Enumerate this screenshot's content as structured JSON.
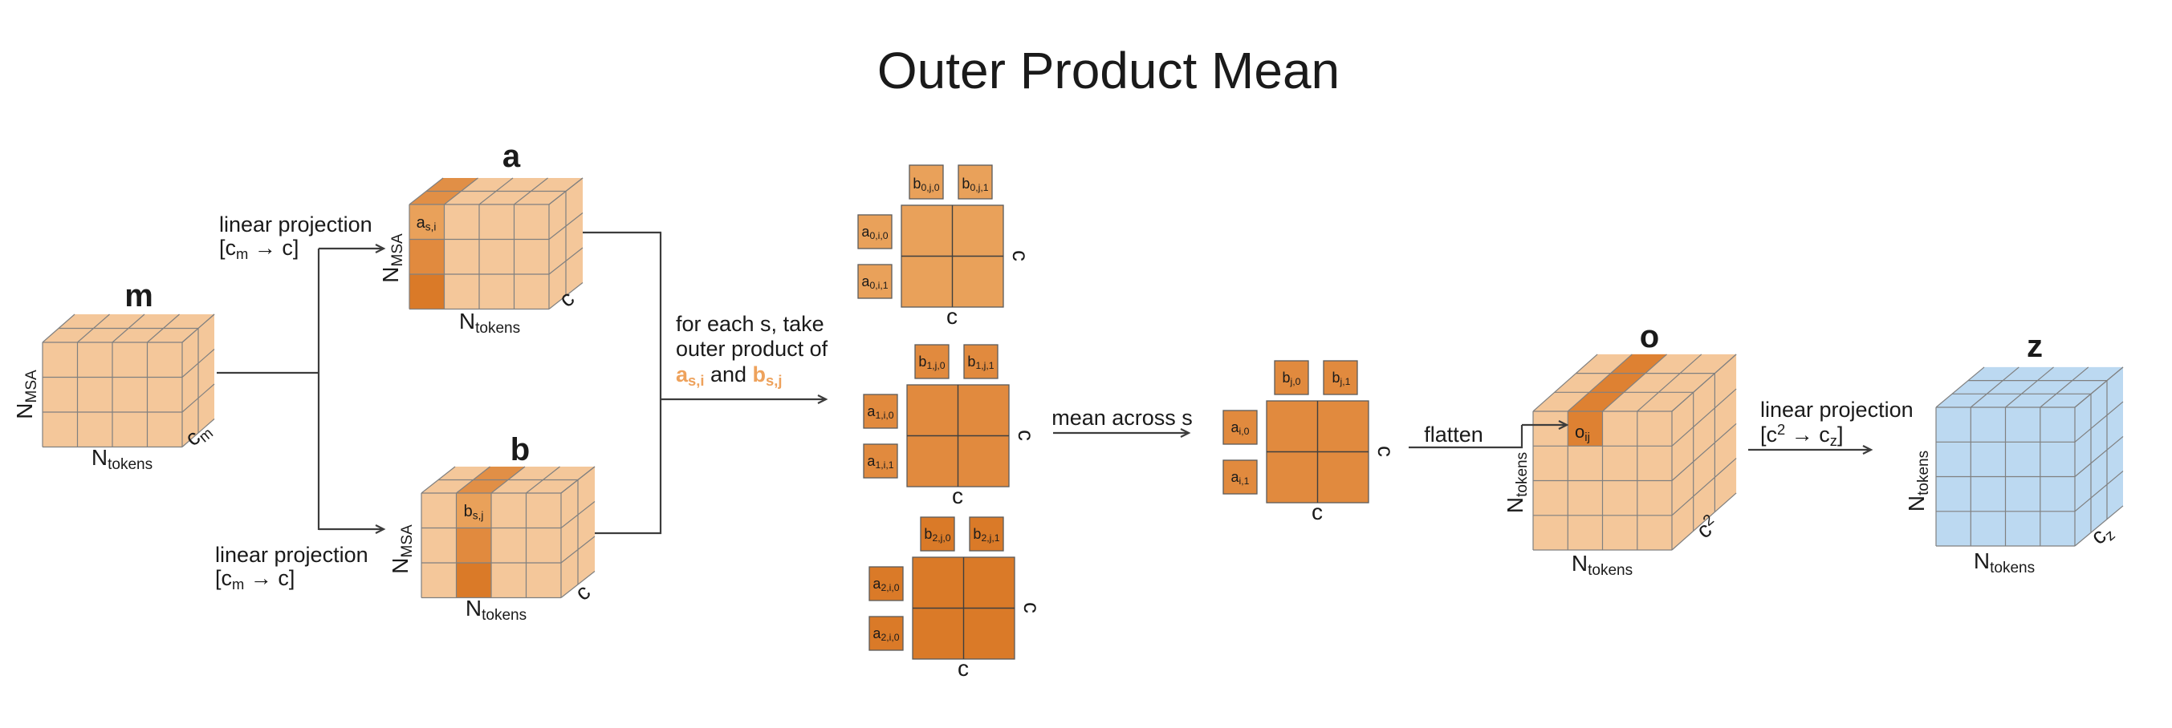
{
  "title": "Outer Product Mean",
  "colors": {
    "cube_face": "#F4C79A",
    "s0": "#E9A15A",
    "s1": "#E18A3E",
    "s2": "#DA7A28",
    "strip": "#E18F46",
    "highlight": "#DE8132",
    "blue_face": "#BCD9F1",
    "label_orange": "#EEA25C",
    "label_blue": "#79ABDC",
    "edge": "#808080",
    "line": "#3C3C3C",
    "sq_border": "#5A5A5A",
    "grid_inner": "#3F3F3F",
    "text": "#1A1A1A"
  },
  "labels": {
    "n_msa": [
      {
        "t": "N"
      },
      {
        "t": "MSA",
        "sub": true
      }
    ],
    "n_tokens": [
      {
        "t": "N"
      },
      {
        "t": "tokens",
        "sub": true
      }
    ],
    "c_m": [
      {
        "t": "c"
      },
      {
        "t": "m",
        "sub": true
      }
    ],
    "c_text": "c",
    "c_sq": [
      {
        "t": "c"
      },
      {
        "t": "2",
        "sup": true
      }
    ],
    "c_z": [
      {
        "t": "c"
      },
      {
        "t": "z",
        "sub": true
      }
    ]
  },
  "cubes": {
    "m": {
      "name": "m"
    },
    "a": {
      "name": "a",
      "cell": [
        {
          "t": "a"
        },
        {
          "t": "s,i",
          "sub": true
        }
      ]
    },
    "b": {
      "name": "b",
      "cell": [
        {
          "t": "b"
        },
        {
          "t": "s,j",
          "sub": true
        }
      ]
    },
    "o": {
      "name": "o",
      "cell": [
        {
          "t": "o"
        },
        {
          "t": "ij",
          "sub": true
        }
      ]
    },
    "z": {
      "name": "z"
    }
  },
  "steps": {
    "proj_m": {
      "line1": "linear projection",
      "line2": [
        {
          "t": "[c"
        },
        {
          "t": "m",
          "sub": true
        },
        {
          "t": " → c]"
        }
      ]
    },
    "foreach": {
      "line1": "for each s, take",
      "line2": "outer product of",
      "line3": [
        {
          "t": "a",
          "b": true,
          "c": "label_orange"
        },
        {
          "t": "s,i",
          "sub": true,
          "b": true,
          "c": "label_orange"
        },
        {
          "t": " and "
        },
        {
          "t": "b",
          "b": true,
          "c": "label_orange"
        },
        {
          "t": "s,j",
          "sub": true,
          "b": true,
          "c": "label_orange"
        }
      ]
    },
    "mean": "mean across s",
    "flatten": "flatten",
    "proj_z": {
      "line1": "linear projection",
      "line2": [
        {
          "t": "[c"
        },
        {
          "t": "2",
          "sup": true
        },
        {
          "t": " → c"
        },
        {
          "t": "z",
          "sub": true
        },
        {
          "t": "]"
        }
      ]
    }
  },
  "units": [
    {
      "b": [
        [
          {
            "t": "b"
          },
          {
            "t": "0,j,0",
            "sub": true
          }
        ],
        [
          {
            "t": "b"
          },
          {
            "t": "0,j,1",
            "sub": true
          }
        ]
      ],
      "a": [
        [
          {
            "t": "a"
          },
          {
            "t": "0,i,0",
            "sub": true
          }
        ],
        [
          {
            "t": "a"
          },
          {
            "t": "0,i,1",
            "sub": true
          }
        ]
      ]
    },
    {
      "b": [
        [
          {
            "t": "b"
          },
          {
            "t": "1,j,0",
            "sub": true
          }
        ],
        [
          {
            "t": "b"
          },
          {
            "t": "1,j,1",
            "sub": true
          }
        ]
      ],
      "a": [
        [
          {
            "t": "a"
          },
          {
            "t": "1,i,0",
            "sub": true
          }
        ],
        [
          {
            "t": "a"
          },
          {
            "t": "1,i,1",
            "sub": true
          }
        ]
      ]
    },
    {
      "b": [
        [
          {
            "t": "b"
          },
          {
            "t": "2,j,0",
            "sub": true
          }
        ],
        [
          {
            "t": "b"
          },
          {
            "t": "2,j,1",
            "sub": true
          }
        ]
      ],
      "a": [
        [
          {
            "t": "a"
          },
          {
            "t": "2,i,0",
            "sub": true
          }
        ],
        [
          {
            "t": "a"
          },
          {
            "t": "2,i,0",
            "sub": true
          }
        ]
      ]
    }
  ],
  "mean_grid": {
    "b": [
      [
        {
          "t": "b"
        },
        {
          "t": "j,0",
          "sub": true
        }
      ],
      [
        {
          "t": "b"
        },
        {
          "t": "j,1",
          "sub": true
        }
      ]
    ],
    "a": [
      [
        {
          "t": "a"
        },
        {
          "t": "i,0",
          "sub": true
        }
      ],
      [
        {
          "t": "a"
        },
        {
          "t": "i,1",
          "sub": true
        }
      ]
    ]
  }
}
